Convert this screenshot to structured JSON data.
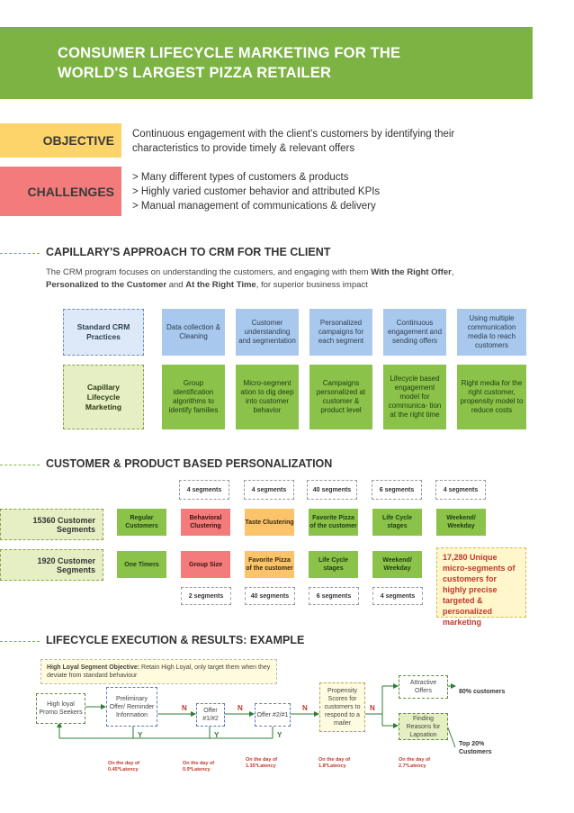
{
  "header": {
    "line1": "CONSUMER LIFECYCLE MARKETING FOR THE",
    "line2": "WORLD'S LARGEST PIZZA RETAILER"
  },
  "objective": {
    "label": "OBJECTIVE",
    "lines": [
      "Continuous engagement with the client's customers by identifying their",
      "characteristics to provide timely & relevant offers"
    ]
  },
  "challenges": {
    "label": "CHALLENGES",
    "lines": [
      "> Many different types of customers & products",
      "> Highly varied customer behavior and attributed KPIs",
      "> Manual management of communications & delivery"
    ]
  },
  "crm": {
    "title": "CAPILLARY'S APPROACH TO CRM FOR THE CLIENT",
    "desc_a": "The CRM program focuses on understanding the customers, and engaging with them ",
    "desc_b": "With the Right Offer",
    "desc_c": ",",
    "desc_d": "Personalized to the Customer",
    "desc_e": " and ",
    "desc_f": "At the Right Time",
    "desc_g": ", for superior business impact",
    "standard_label": "Standard CRM Practices",
    "capillary_label": "Capillary Lifecycle Marketing",
    "standard": [
      "Data collection & Cleaning",
      "Customer understanding and segmentation",
      "Personalized campaigns for each segment",
      "Continuous engagement and sending offers",
      "Using multiple communication media to reach customers"
    ],
    "capillary": [
      "Group identification algorithms to identify families",
      "Micro-segment ation to dig deep into customer behavior",
      "Campaigns personalized at customer & product level",
      "Lifecycle based engagement model for communica- tion at the right time",
      "Right media for the right customer, propensity model to reduce costs"
    ]
  },
  "personalization": {
    "title": "CUSTOMER & PRODUCT BASED PERSONALIZATION",
    "top_segments": [
      "4 segments",
      "4 segments",
      "40 segments",
      "6 segments",
      "4 segments"
    ],
    "bottom_segments": [
      "2 segments",
      "40 segments",
      "6 segments",
      "4 segments"
    ],
    "row1": {
      "customers": "15360 Customer Segments",
      "type": "Regular Customers",
      "cells": [
        "Behavioral Clustering",
        "Taste Clustering",
        "Favorite Pizza of the customer",
        "Life Cycle stages",
        "Weekend/ Weekday"
      ]
    },
    "row2": {
      "customers": "1920 Customer Segments",
      "type": "One Timers",
      "cells": [
        "Group Size",
        "Favorite Pizza of the customer",
        "Life Cycle stages",
        "Weekend/ Weekday"
      ]
    },
    "note": "17,280 Unique micro-segments of customers for highly precise targeted & personalized marketing"
  },
  "lifecycle": {
    "title": "LIFECYCLE EXECUTION & RESULTS: EXAMPLE",
    "objective_label": "High Loyal Segment Objective:",
    "objective_text": "Retain High Loyal, only target them when they deviate from standard behaviour",
    "nodes": {
      "seekers": "High loyal Promo Seekers",
      "reminder": "Preliminary Offer/ Reminder Information",
      "offer1": "Offer #1/#2",
      "offer2": "Offer #2/#1",
      "propensity": "Propensity Scores for customers to respond to a mailer",
      "attractive": "Attractive Offers",
      "finding": "Finding Reasons for Lapsation"
    },
    "yes": "Y",
    "no": "N",
    "result_top": "80% customers",
    "result_bottom": "Top 20% Customers",
    "latencies": [
      "On the day of 0.45*Latency",
      "On the day of 0.9*Latency",
      "On the day of 1.35*Latency",
      "On the day of 1.8*Latency",
      "On the day of 2.7*Latency"
    ]
  },
  "colors": {
    "green": "#7cb342",
    "yellow": "#fdd46a",
    "red": "#f47b7b",
    "blue": "#a9c8ee"
  }
}
